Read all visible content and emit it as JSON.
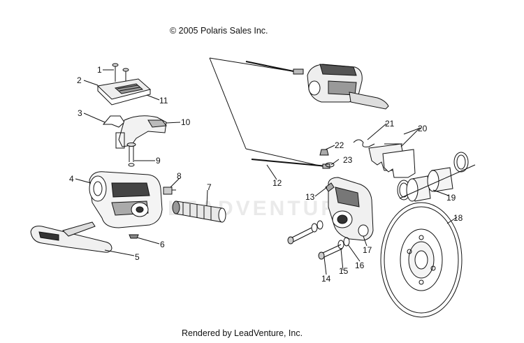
{
  "copyright": "© 2005 Polaris Sales Inc.",
  "footer": "Rendered by LeadVenture, Inc.",
  "watermark": "LEADVENTURE",
  "callouts": [
    "1",
    "2",
    "3",
    "4",
    "5",
    "6",
    "7",
    "8",
    "9",
    "10",
    "11",
    "12",
    "13",
    "14",
    "15",
    "16",
    "17",
    "18",
    "19",
    "20",
    "21",
    "22",
    "23"
  ],
  "colors": {
    "line": "#111111",
    "watermark": "#a0a0a0",
    "shade": "#555555"
  }
}
